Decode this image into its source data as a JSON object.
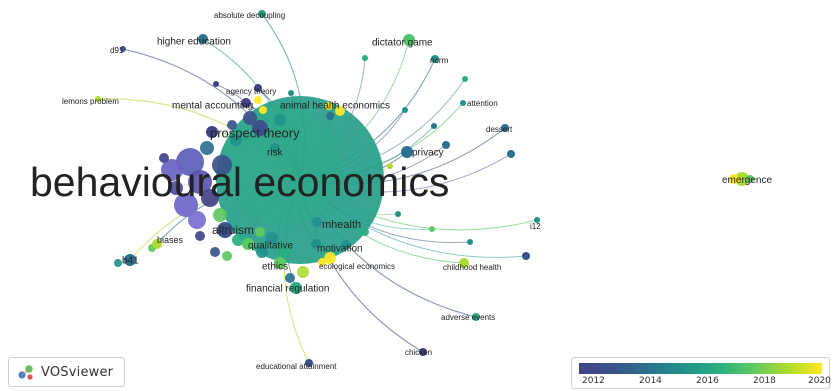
{
  "network": {
    "hub": {
      "label": "behavioural economics"
    },
    "labels": {
      "absolute_decoupling": "absolute decoupling",
      "higher_education": "higher education",
      "dictator_game": "dictator game",
      "norm": "norm",
      "d91": "d91",
      "agency_theory": "agency theory",
      "lemons_problem": "lemons problem",
      "mental_accounting": "mental accounting",
      "animal_health_economics": "animal health economics",
      "attention": "attention",
      "prospect_theory": "prospect theory",
      "dessert": "dessert",
      "privacy": "privacy",
      "risk": "risk",
      "emergence": "emergence",
      "mhealth": "mhealth",
      "altruism": "altruism",
      "i12": "i12",
      "biases": "biases",
      "qualitative": "qualitative",
      "motivation": "motivation",
      "b41": "b41",
      "ethics": "ethics",
      "ecological_economics": "ecological economics",
      "childhood_health": "childhood health",
      "financial_regulation": "financial regulation",
      "adverse_events": "adverse events",
      "chicken": "chicken",
      "educational_attainment": "educational attainment"
    }
  },
  "logo": {
    "text": "VOSviewer"
  },
  "legend": {
    "ticks": [
      "2012",
      "2014",
      "2016",
      "2018",
      "2020"
    ],
    "colors": [
      "#414487",
      "#3b528b",
      "#2c728e",
      "#21918c",
      "#28ae80",
      "#5ec962",
      "#addc30",
      "#fde725"
    ]
  }
}
